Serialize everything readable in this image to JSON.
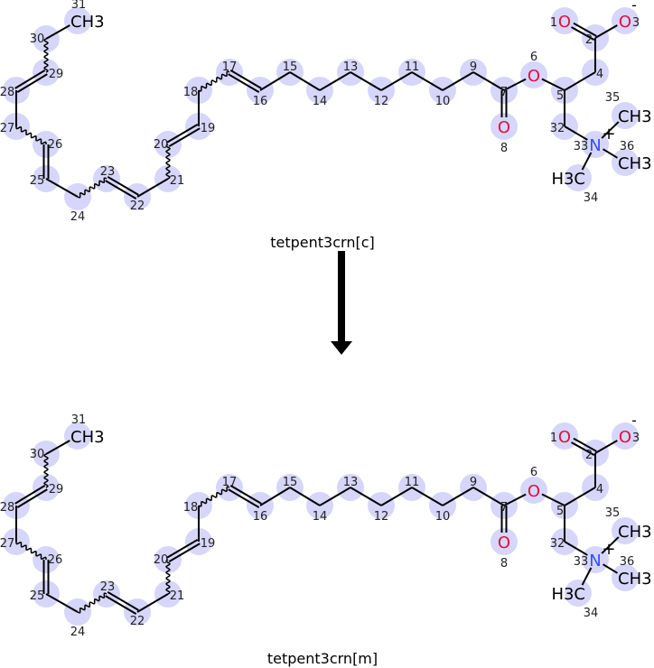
{
  "reaction": {
    "arrow": "reaction-arrow",
    "molecules": [
      {
        "name": "tetpent3crn[c]"
      },
      {
        "name": "tetpent3crn[m]"
      }
    ]
  },
  "atoms": [
    {
      "id": "31",
      "label": "CH3"
    },
    {
      "id": "30"
    },
    {
      "id": "29"
    },
    {
      "id": "28"
    },
    {
      "id": "27"
    },
    {
      "id": "26"
    },
    {
      "id": "25"
    },
    {
      "id": "24"
    },
    {
      "id": "23"
    },
    {
      "id": "22"
    },
    {
      "id": "21"
    },
    {
      "id": "20"
    },
    {
      "id": "19"
    },
    {
      "id": "18"
    },
    {
      "id": "17"
    },
    {
      "id": "16"
    },
    {
      "id": "15"
    },
    {
      "id": "14"
    },
    {
      "id": "13"
    },
    {
      "id": "12"
    },
    {
      "id": "11"
    },
    {
      "id": "10"
    },
    {
      "id": "9"
    },
    {
      "id": "7"
    },
    {
      "id": "8",
      "label": "O"
    },
    {
      "id": "6",
      "label": "O"
    },
    {
      "id": "5"
    },
    {
      "id": "4"
    },
    {
      "id": "2"
    },
    {
      "id": "1",
      "label": "O"
    },
    {
      "id": "3",
      "label": "O",
      "charge": "-"
    },
    {
      "id": "32"
    },
    {
      "id": "33",
      "label": "N",
      "charge": "+"
    },
    {
      "id": "35",
      "label": "CH3"
    },
    {
      "id": "36",
      "label": "CH3"
    },
    {
      "id": "34",
      "label": "H3C"
    }
  ],
  "colors": {
    "highlight": "#d6d6fa",
    "oxygen": "#e0103f",
    "nitrogen": "#3050f8",
    "bond": "#000000"
  }
}
